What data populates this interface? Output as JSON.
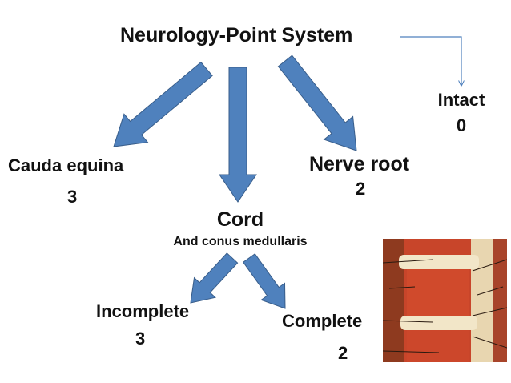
{
  "title": "Neurology-Point System",
  "nodes": {
    "intact": {
      "label": "Intact",
      "score": "0"
    },
    "cauda_equina": {
      "label": "Cauda equina",
      "score": "3"
    },
    "nerve_root": {
      "label": "Nerve root",
      "score": "2"
    },
    "cord": {
      "label": "Cord",
      "sublabel": "And conus medullaris"
    },
    "incomplete": {
      "label": "Incomplete",
      "score": "3"
    },
    "complete": {
      "label": "Complete",
      "score": "2"
    }
  },
  "colors": {
    "arrow_fill": "#4f81bd",
    "arrow_stroke": "#385d8a",
    "connector": "#4f81bd",
    "text": "#111111",
    "photo_base": "#b5502d",
    "photo_disc": "#f2e6c8",
    "photo_bone": "#e8d6b0"
  },
  "image": {
    "icon": "spine-section-photo"
  }
}
